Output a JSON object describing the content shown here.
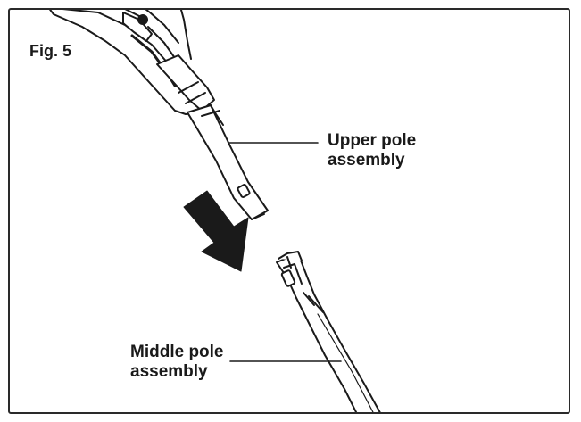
{
  "figure": {
    "title": "Fig. 5"
  },
  "labels": {
    "upper_pole": {
      "line1": "Upper pole",
      "line2": "assembly"
    },
    "middle_pole": {
      "line1": "Middle pole",
      "line2": "assembly"
    }
  },
  "colors": {
    "ink": "#1a1a1a",
    "frame": "#2a2a2a",
    "background": "#ffffff"
  },
  "icons": {
    "direction": "arrow-down-left-icon"
  }
}
